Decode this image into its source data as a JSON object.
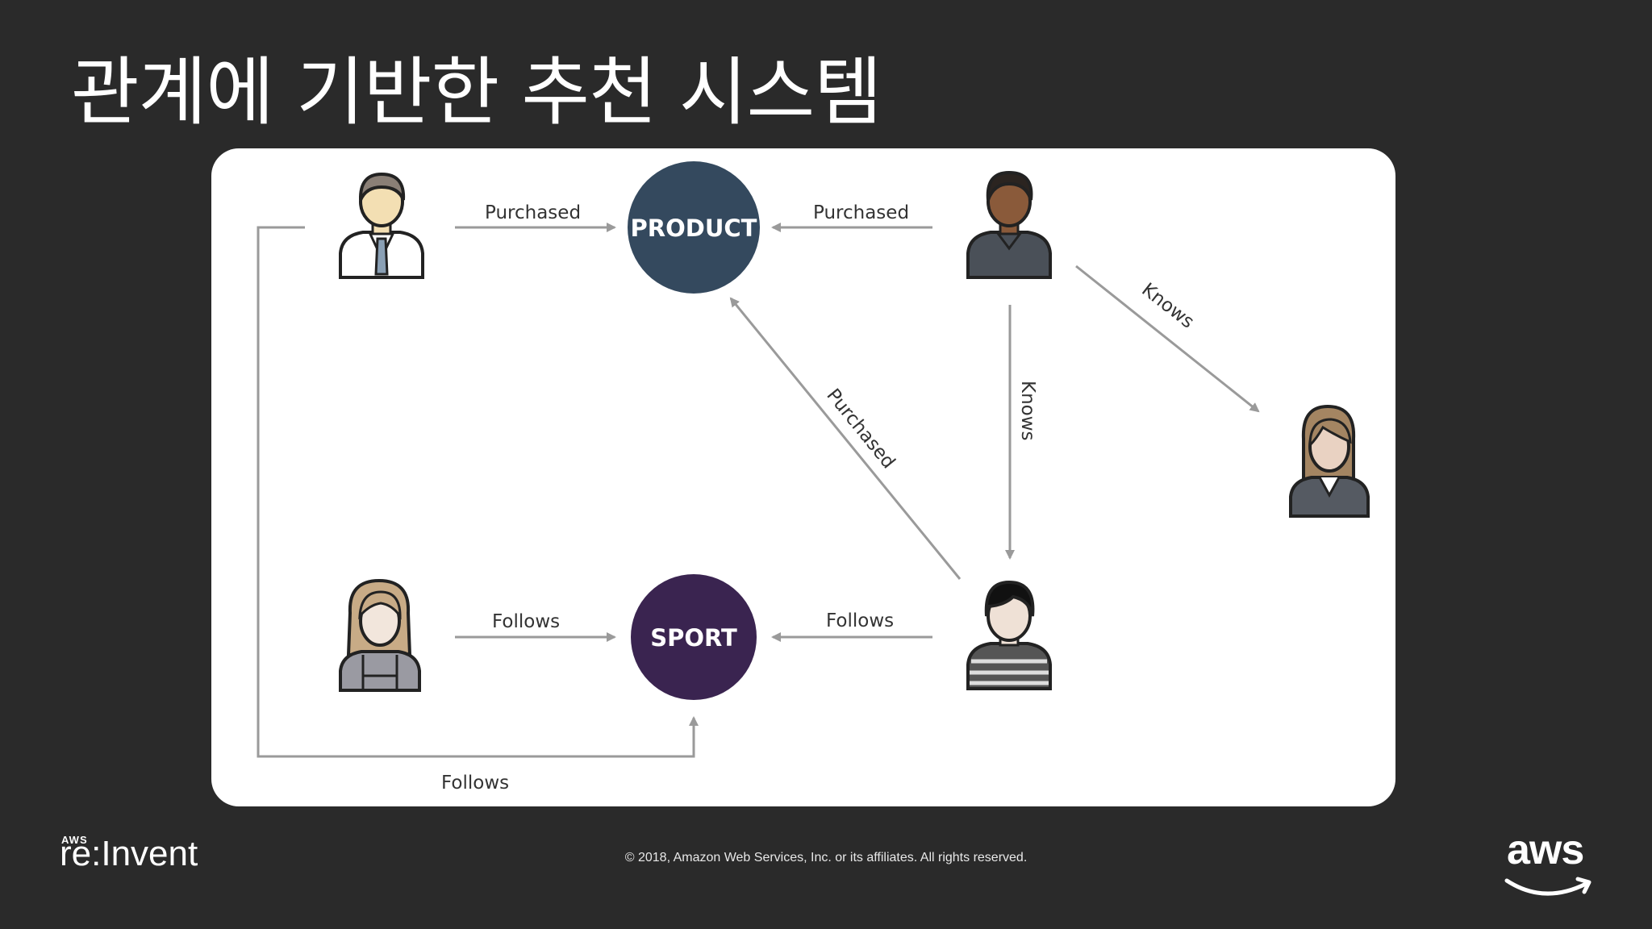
{
  "slide": {
    "title": "관계에 기반한 추천 시스템",
    "copyright": "© 2018, Amazon Web Services, Inc. or its affiliates. All rights reserved.",
    "event_logo_small": "AWS",
    "event_logo": "re:Invent",
    "brand_logo": "aws"
  },
  "diagram": {
    "nodes": {
      "product": "PRODUCT",
      "sport": "SPORT"
    },
    "edge_labels": {
      "p1_purchased": "Purchased",
      "p2_purchased": "Purchased",
      "p3_purchased": "Purchased",
      "p2_knows_p4": "Knows",
      "p2_knows_p3": "Knows",
      "p5_follows": "Follows",
      "p3_follows": "Follows",
      "p1_follows": "Follows"
    }
  },
  "colors": {
    "background": "#2a2a2a",
    "panel": "#ffffff",
    "product_node": "#34495e",
    "sport_node": "#3a2450",
    "arrow": "#9a9a9a",
    "text": "#333333"
  }
}
